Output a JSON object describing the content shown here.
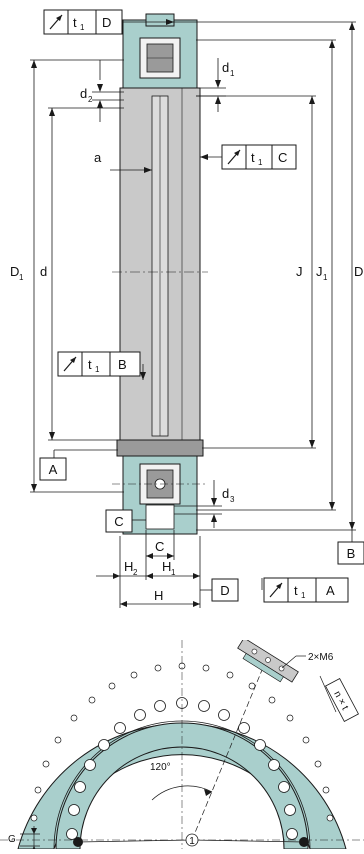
{
  "colors": {
    "ring": "#a9cfcc",
    "ring_dark": "#6fa6a2",
    "gray": "#c9c9c9",
    "gray_dark": "#9a9a9a",
    "line": "#1a1a1a",
    "hole": "#ffffff"
  },
  "frames": {
    "top": {
      "t": "t",
      "sub": "1",
      "ref": "D"
    },
    "mid": {
      "t": "t",
      "sub": "1",
      "ref": "C"
    },
    "left": {
      "t": "t",
      "sub": "1",
      "ref": "B"
    },
    "bottom": {
      "t": "t",
      "sub": "1",
      "ref": "A"
    }
  },
  "datums": {
    "a": "A",
    "b": "B",
    "c": "C",
    "d": "D"
  },
  "dims": {
    "d1": "d",
    "d1_sub": "1",
    "d2": "d",
    "d2_sub": "2",
    "d3": "d",
    "d3_sub": "3",
    "a": "a",
    "D1": "D",
    "D1_sub": "1",
    "d": "d",
    "J": "J",
    "J1": "J",
    "J1_sub": "1",
    "D": "D",
    "C": "C",
    "H2": "H",
    "H2_sub": "2",
    "H1": "H",
    "H1_sub": "1",
    "H": "H"
  },
  "plan": {
    "bolts": "2×M6",
    "nxt": "n × t",
    "angle": "120°",
    "marker": "1",
    "G": "G"
  }
}
